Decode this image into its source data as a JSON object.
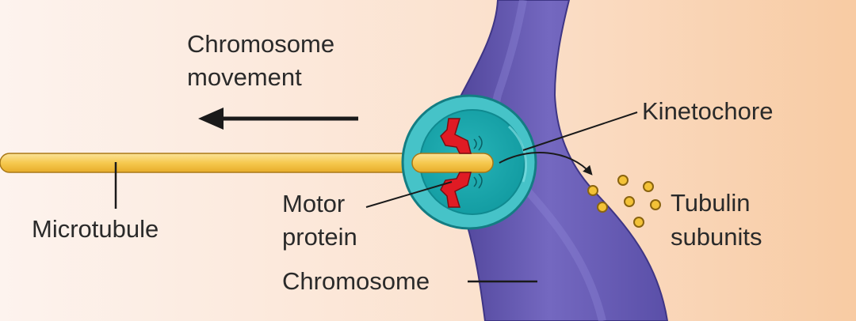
{
  "labels": {
    "movement_line1": "Chromosome",
    "movement_line2": "movement",
    "kinetochore": "Kinetochore",
    "microtubule": "Microtubule",
    "motor_line1": "Motor",
    "motor_line2": "protein",
    "tubulin_line1": "Tubulin",
    "tubulin_line2": "subunits",
    "chromosome": "Chromosome"
  },
  "colors": {
    "background_left": "#fdf1ea",
    "background_right": "#f9cfa9",
    "chromosome": "#6a5fb5",
    "kinetochore_outer": "#45c3c7",
    "kinetochore_inner": "#1fa8ae",
    "microtubule": "#f5c75a",
    "motor_protein": "#e01b24",
    "tubulin": "#f3c237"
  }
}
